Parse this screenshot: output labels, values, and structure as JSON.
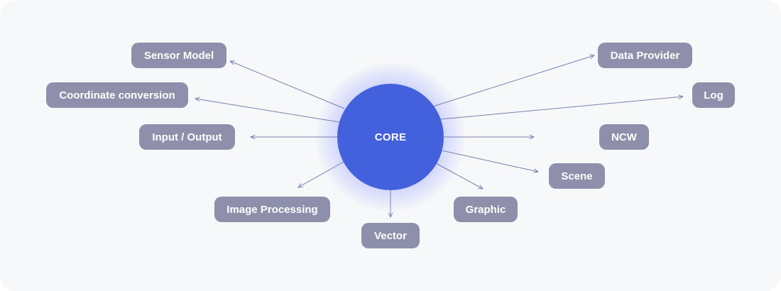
{
  "diagram": {
    "center": {
      "label": "CORE"
    },
    "nodes": {
      "sensor_model": "Sensor Model",
      "coordinate_conversion": "Coordinate conversion",
      "input_output": "Input / Output",
      "image_processing": "Image Processing",
      "vector": "Vector",
      "graphic": "Graphic",
      "scene": "Scene",
      "ncw": "NCW",
      "log": "Log",
      "data_provider": "Data Provider"
    },
    "colors": {
      "background": "#f7f8fa",
      "core": "#4361dc",
      "core_glow": "#5467ff",
      "node": "#8e90ab",
      "connector": "#7c80ad",
      "text": "#ffffff"
    }
  }
}
